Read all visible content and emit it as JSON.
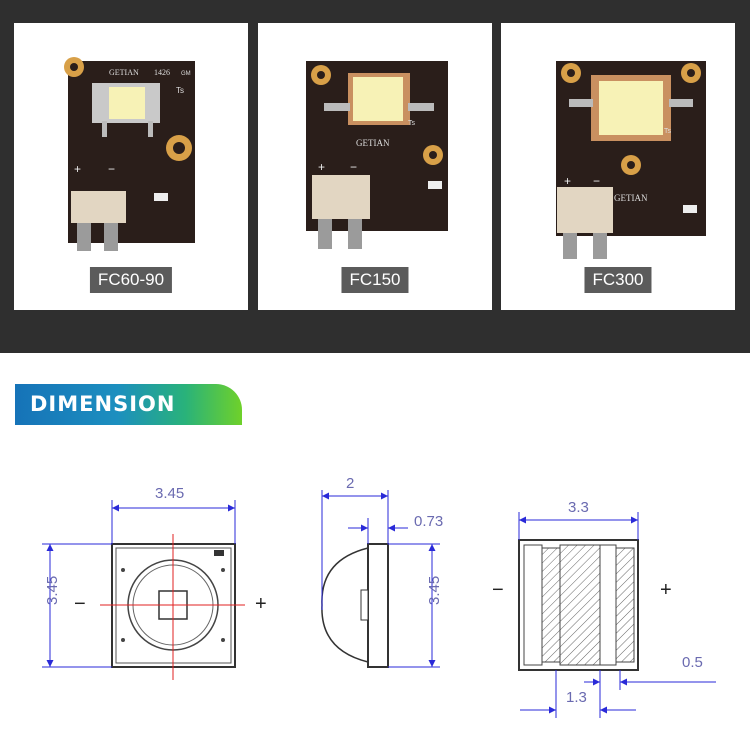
{
  "products": [
    {
      "label": "FC60-90",
      "brand": "GETIAN",
      "board_code": "1426",
      "board_tag": "GM",
      "ts_mark": "Ts",
      "terminal_plus": "+",
      "terminal_minus": "−"
    },
    {
      "label": "FC150",
      "brand": "GETIAN",
      "ts_mark": "Ts",
      "terminal_plus": "+",
      "terminal_minus": "−"
    },
    {
      "label": "FC300",
      "brand": "GETIAN",
      "ts_mark": "Ts",
      "terminal_plus": "+",
      "terminal_minus": "−"
    }
  ],
  "section_title": "DIMENSION",
  "dimensions": {
    "front_width": "3.45",
    "front_height": "3.45",
    "side_depth": "2",
    "side_thickness": "0.73",
    "side_height": "3.45",
    "bottom_width": "3.3",
    "bottom_pad": "1.3",
    "bottom_gap": "0.5"
  },
  "polarity": {
    "minus": "−",
    "plus": "+"
  },
  "colors": {
    "band": "#2f2f2f",
    "label_bg": "#5b5b5b",
    "dim_line": "#2a2ad8",
    "dim_text": "#6a6ab0",
    "center_line": "#e02020"
  }
}
